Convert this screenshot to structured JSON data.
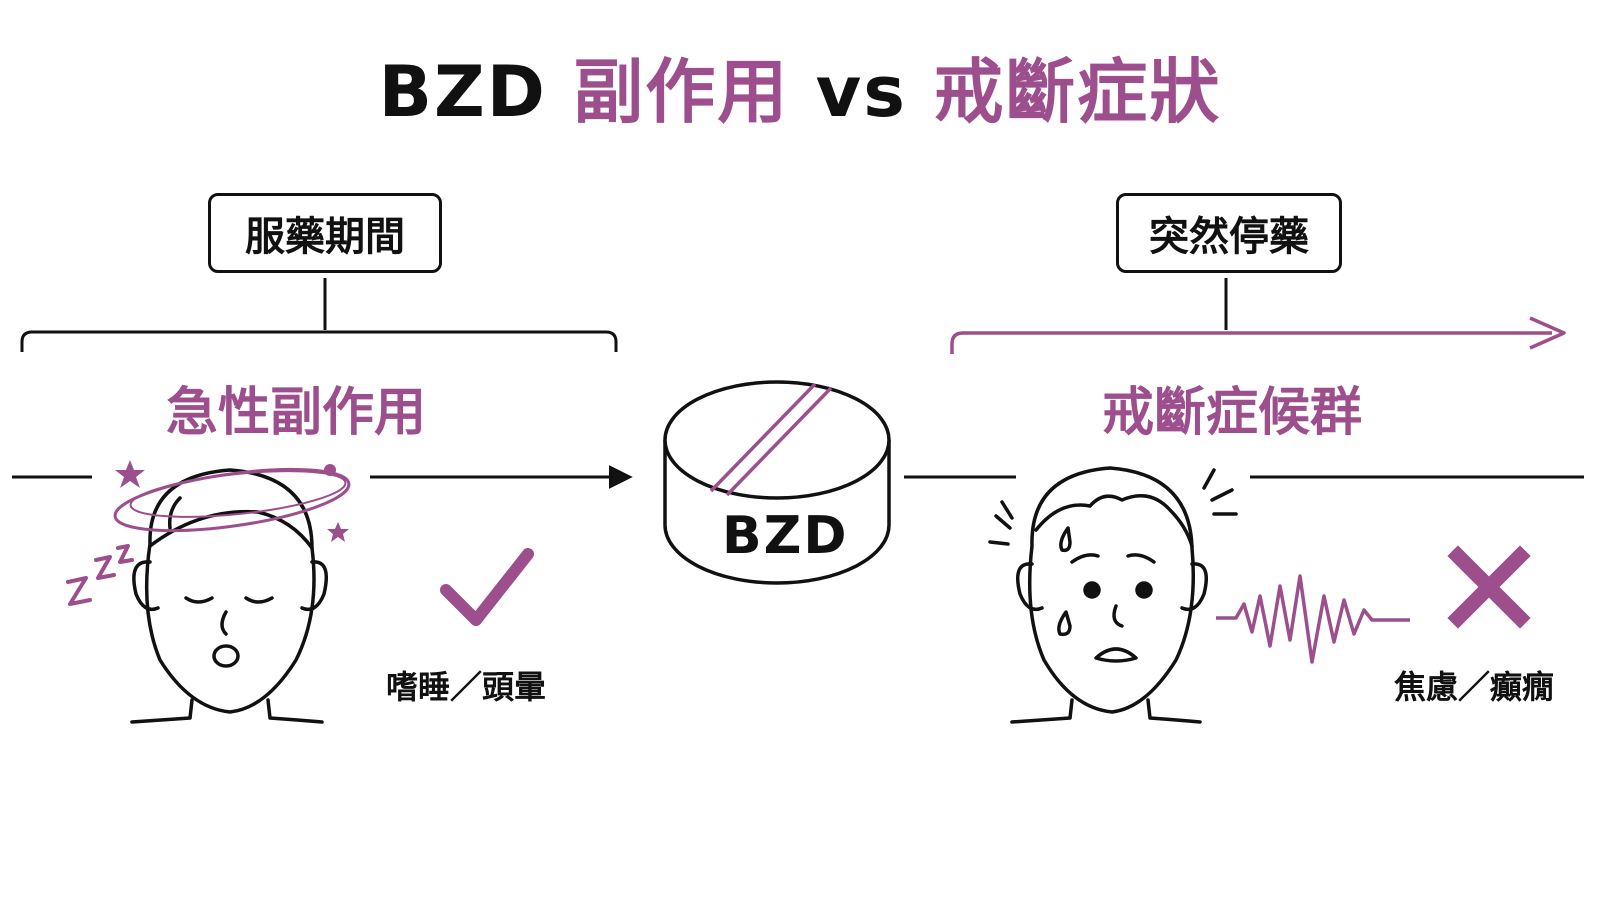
{
  "colors": {
    "accent": "#9c4f8c",
    "ink": "#111111",
    "background": "#ffffff"
  },
  "title": {
    "part1": "BZD",
    "part2": "副作用",
    "part3": "vs",
    "part4": "戒斷症狀"
  },
  "left": {
    "phase": "服藥期間",
    "heading": "急性副作用",
    "symptoms": "嗜睡／頭暈",
    "mark_icon": "check-icon",
    "face_icon": "sleepy-dizzy-face-icon"
  },
  "right": {
    "phase": "突然停藥",
    "heading": "戒斷症候群",
    "symptoms": "焦慮／癲癇",
    "mark_icon": "cross-icon",
    "face_icon": "anxious-sweating-face-icon"
  },
  "pill": {
    "label": "BZD",
    "icon": "pill-icon"
  }
}
